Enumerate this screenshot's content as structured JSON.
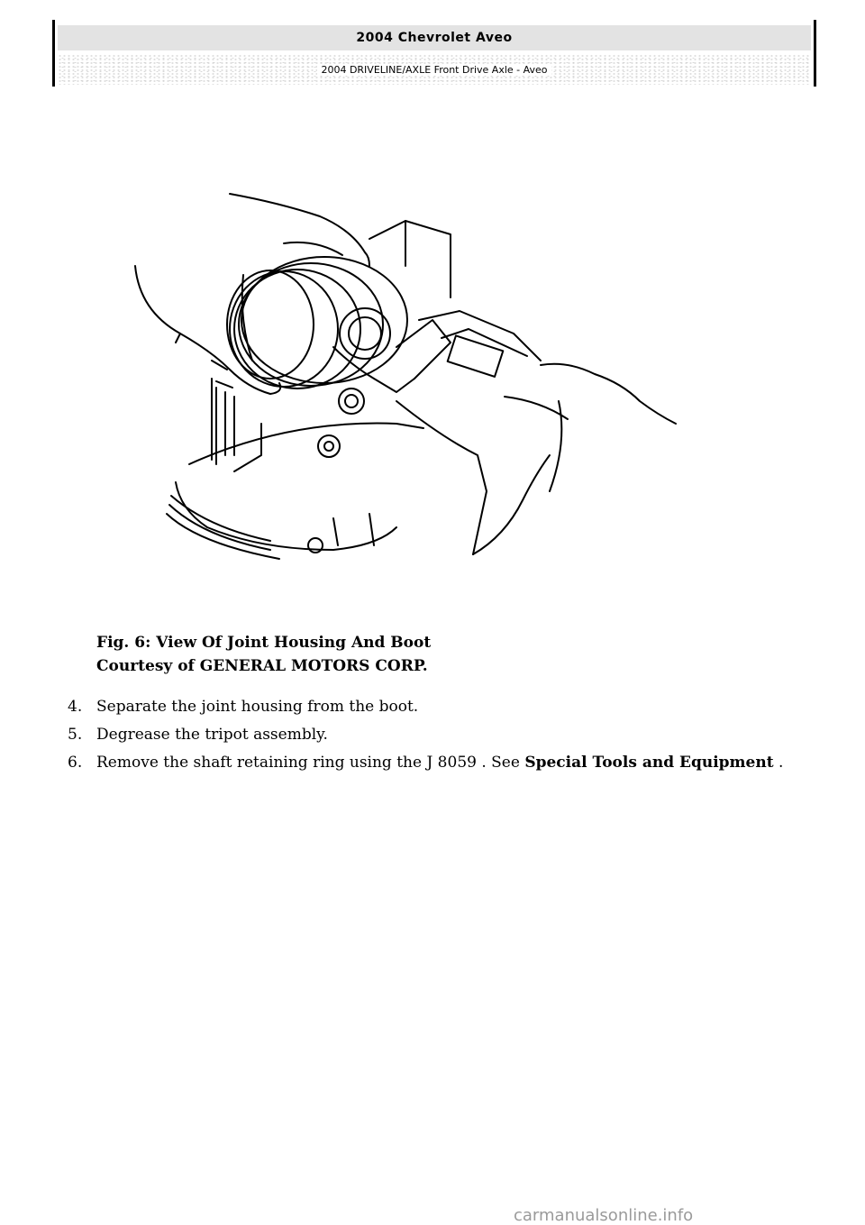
{
  "header": {
    "title": "2004 Chevrolet Aveo",
    "subtitle": "2004 DRIVELINE/AXLE Front Drive Axle - Aveo"
  },
  "figure": {
    "caption_line1": "Fig. 6: View Of Joint Housing And Boot",
    "caption_line2": "Courtesy of GENERAL MOTORS CORP."
  },
  "steps": [
    {
      "number": "4.",
      "text": "Separate the joint housing from the boot."
    },
    {
      "number": "5.",
      "text": "Degrease the tripot assembly."
    },
    {
      "number": "6.",
      "text": "Remove the shaft retaining ring using the J 8059 . See ",
      "link": "Special Tools and Equipment",
      "suffix": " ."
    }
  ],
  "watermark": "carmanualsonline.info"
}
